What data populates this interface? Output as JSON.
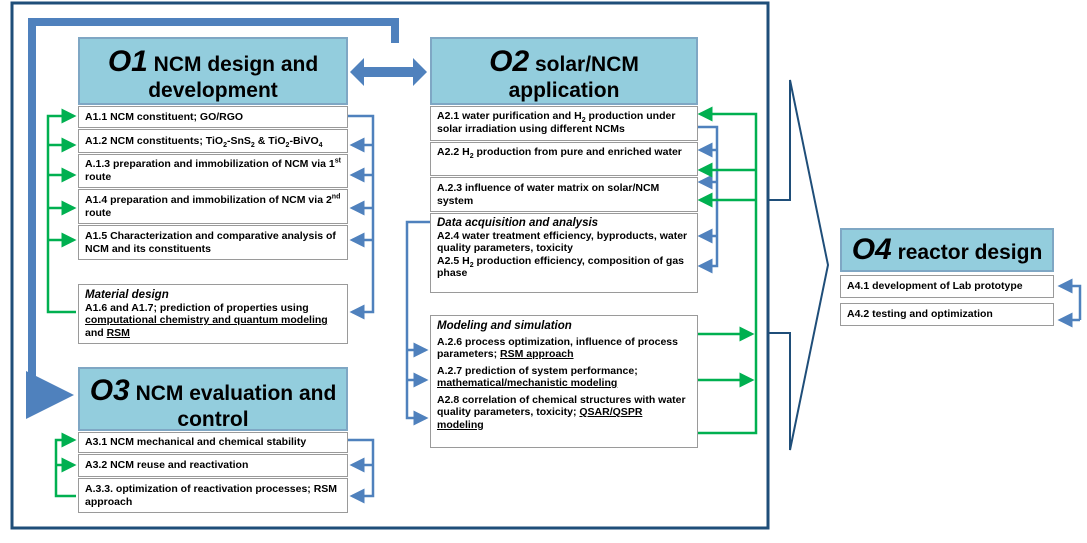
{
  "colors": {
    "header_fill": "#93cddd",
    "blue_arrow": "#4f81bd",
    "green_arrow": "#00b050",
    "frame": "#1f4e79"
  },
  "o1": {
    "code": "O1",
    "title": " NCM design and development"
  },
  "o2": {
    "code": "O2",
    "title": " solar/NCM application"
  },
  "o3": {
    "code": "O3",
    "title": " NCM evaluation and control"
  },
  "o4": {
    "code": "O4",
    "title": " reactor design"
  },
  "a11": {
    "text": "A1.1 NCM constituent; GO/RGO"
  },
  "a12": {
    "pre": "A1.2 NCM constituents; TiO",
    "s1": "2",
    "m1": "-SnS",
    "s2": "2",
    "m2": " & TiO",
    "s3": "2",
    "m3": "-BiVO",
    "s4": "4"
  },
  "a13": {
    "pre": "A.1.3 preparation and immobilization of NCM via 1",
    "sup": "st",
    "post": " route"
  },
  "a14": {
    "pre": "A1.4  preparation and immobilization of NCM via 2",
    "sup": "nd",
    "post": " route"
  },
  "a15": {
    "text": "A1.5 Characterization and comparative analysis of NCM and its constituents"
  },
  "md": {
    "title": "Material design",
    "text": "A1.6 and A1.7;  prediction of properties using ",
    "link1": "computational chemistry and quantum modeling",
    "and": " and ",
    "link2": "RSM"
  },
  "a21": {
    "pre": "A2.1 water purification and H",
    "sub": "2",
    "post": " production under solar irradiation using different NCMs"
  },
  "a22": {
    "pre": "A2.2 H",
    "sub": "2",
    "post": " production from pure and enriched water"
  },
  "a23": {
    "text": "A.2.3 influence of water matrix on solar/NCM system"
  },
  "da": {
    "title": "Data acquisition and analysis",
    "a24": "A2.4 water treatment efficiency, byproducts, water quality parameters, toxicity",
    "a25_pre": "A2.5 H",
    "a25_sub": "2",
    "a25_post": " production efficiency, composition of gas phase"
  },
  "ms": {
    "title": "Modeling and simulation",
    "a26": "A.2.6 process  optimization, influence of process parameters; ",
    "a26_link": "RSM approach",
    "a27": "A.2.7 prediction of system performance; ",
    "a27_link": "mathematical/mechanistic modeling",
    "a28": "A2.8 correlation of chemical structures with water quality parameters, toxicity; ",
    "a28_link": "QSAR/QSPR modeling"
  },
  "a31": {
    "text": "A3.1 NCM mechanical and chemical stability"
  },
  "a32": {
    "text": "A3.2 NCM reuse and reactivation"
  },
  "a33": {
    "text": "A.3.3. optimization of reactivation processes; RSM approach"
  },
  "a41": {
    "text": "A4.1 development of Lab prototype"
  },
  "a42": {
    "text": "A4.2 testing and optimization"
  }
}
